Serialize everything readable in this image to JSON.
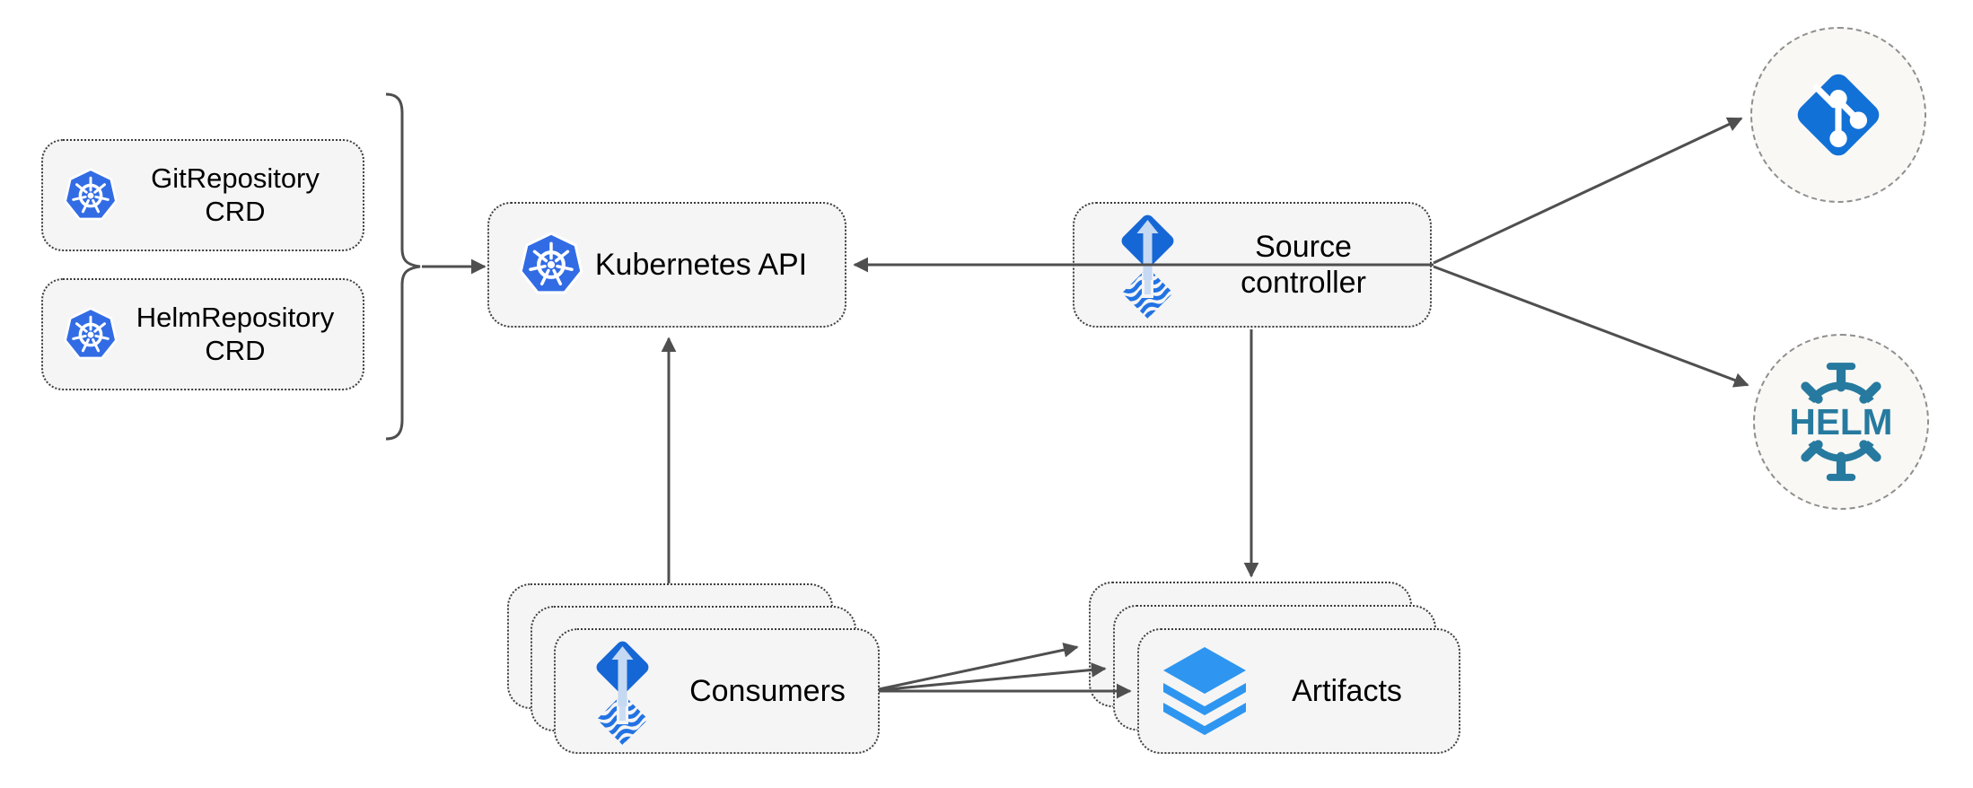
{
  "nodes": {
    "git_repository_crd": {
      "line1": "GitRepository",
      "line2": "CRD"
    },
    "helm_repository_crd": {
      "line1": "HelmRepository",
      "line2": "CRD"
    },
    "kubernetes_api": {
      "label": "Kubernetes API"
    },
    "source_controller": {
      "line1": "Source",
      "line2": "controller"
    },
    "consumers": {
      "label": "Consumers"
    },
    "artifacts": {
      "label": "Artifacts"
    },
    "git_repository": {
      "icon": "git-branch-icon"
    },
    "helm_repository": {
      "icon": "helm-wheel-icon",
      "label": "HELM"
    }
  },
  "icons": {
    "kubernetes": "kubernetes-wheel-icon",
    "flux": "flux-controller-icon",
    "git": "git-branch-icon",
    "helm": "helm-wheel-icon",
    "artifacts": "layers-icon"
  },
  "edges": [
    {
      "from": "git_repository_crd + helm_repository_crd (brace)",
      "to": "kubernetes_api"
    },
    {
      "from": "source_controller",
      "to": "kubernetes_api"
    },
    {
      "from": "source_controller",
      "to": "git_repository"
    },
    {
      "from": "source_controller",
      "to": "helm_repository"
    },
    {
      "from": "source_controller",
      "to": "artifacts"
    },
    {
      "from": "consumers",
      "to": "kubernetes_api"
    },
    {
      "from": "consumers",
      "to": "artifacts (back)"
    },
    {
      "from": "consumers",
      "to": "artifacts (middle)"
    },
    {
      "from": "consumers",
      "to": "artifacts (front)"
    }
  ],
  "colors": {
    "kubernetes_blue": "#326CE5",
    "flux_diamond_blue": "#1667D6",
    "flux_stripe_blue": "#2273E3",
    "flux_arrow_light": "#C5D9F3",
    "git_blue": "#1271D6",
    "helm_teal": "#277A9F",
    "layers_blue": "#2E96F0",
    "arrow_gray": "#4F4F4F",
    "box_fill": "#F5F5F5",
    "box_border": "#3D3D3D",
    "circle_fill": "#FAF8F5",
    "circle_border": "#8F8F8F",
    "text": "#000000",
    "background": "#FFFFFF"
  }
}
